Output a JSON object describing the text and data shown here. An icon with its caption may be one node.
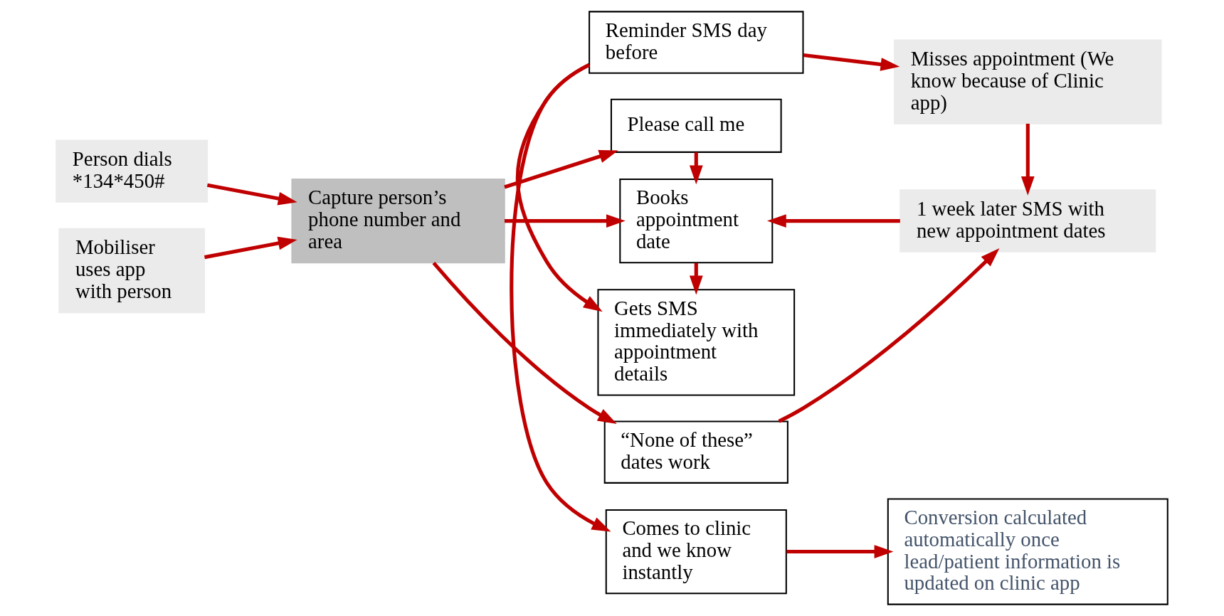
{
  "diagram": {
    "nodes": [
      {
        "text": [
          "Person dials *134*450#"
        ]
      },
      {
        "text": [
          "Mobiliser uses app with person"
        ]
      },
      {
        "text": [
          "Capture person’s phone number and area"
        ]
      },
      {
        "text": [
          "“None of these” dates work"
        ]
      },
      {
        "text": [
          "Please call me"
        ]
      },
      {
        "text": [
          "Books appointment date"
        ]
      },
      {
        "text": [
          "Gets SMS immediately with appointment details"
        ]
      },
      {
        "text": [
          "Reminder SMS day before"
        ]
      },
      {
        "text": [
          "Comes to clinic and we know instantly"
        ]
      },
      {
        "text": [
          "1 week later SMS with new appointment dates"
        ]
      },
      {
        "text": [
          "Misses appointment (We know because of Clinic app)"
        ]
      },
      {
        "text": [
          "Conversion calculated automatically once lead/patient information is updated on clinic app"
        ]
      }
    ],
    "edges": [
      {
        "from": 0,
        "to": 2,
        "arrow": "to"
      },
      {
        "from": 1,
        "to": 2,
        "arrow": "to"
      },
      {
        "from": 2,
        "to": 3,
        "arrow": "to"
      },
      {
        "from": 2,
        "to": 4,
        "arrow": "to"
      },
      {
        "from": 2,
        "to": 5,
        "arrow": "to"
      },
      {
        "from": 3,
        "to": 9,
        "arrow": "to"
      },
      {
        "from": 4,
        "to": 5,
        "arrow": "to"
      },
      {
        "from": 9,
        "to": 5,
        "arrow": "to"
      },
      {
        "from": 5,
        "to": 6,
        "arrow": "to"
      },
      {
        "from": 7,
        "to": 6,
        "arrow": "to"
      },
      {
        "from": 7,
        "to": 10,
        "arrow": "to"
      },
      {
        "from": 10,
        "to": 9,
        "arrow": "to"
      },
      {
        "from": 7,
        "to": 8,
        "arrow": "to"
      },
      {
        "from": 8,
        "to": 11,
        "arrow": "to"
      }
    ]
  }
}
